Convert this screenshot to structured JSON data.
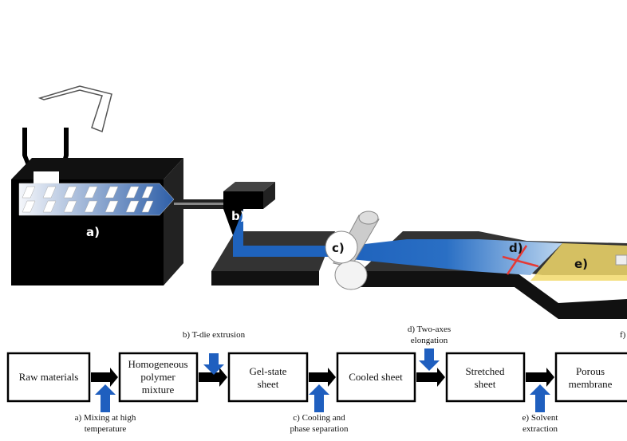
{
  "illustration": {
    "labels": [
      "a)",
      "b)",
      "c)",
      "d)",
      "e)"
    ],
    "colors": {
      "machine": "#000000",
      "sheet": "#2a6fc4",
      "stretch_arrows": "#e53935",
      "extraction_zone": "#f2d96b"
    }
  },
  "flow": {
    "boxes": [
      [
        "Raw materials"
      ],
      [
        "Homogeneous",
        "polymer",
        "mixture"
      ],
      [
        "Gel-state",
        "sheet"
      ],
      [
        "Cooled sheet"
      ],
      [
        "Stretched",
        "sheet"
      ],
      [
        "Porous",
        "membrane"
      ]
    ],
    "steps": {
      "a": [
        "a) Mixing at high",
        "temperature"
      ],
      "b": [
        "b) T-die extrusion"
      ],
      "c": [
        "c) Cooling and",
        "phase separation"
      ],
      "d": [
        "d) Two-axes",
        "elongation"
      ],
      "e": [
        "e) Solvent",
        "extraction"
      ],
      "f": [
        "f)"
      ]
    },
    "colors": {
      "process_arrow": "#000000",
      "step_arrow": "#1f5fbf"
    }
  }
}
